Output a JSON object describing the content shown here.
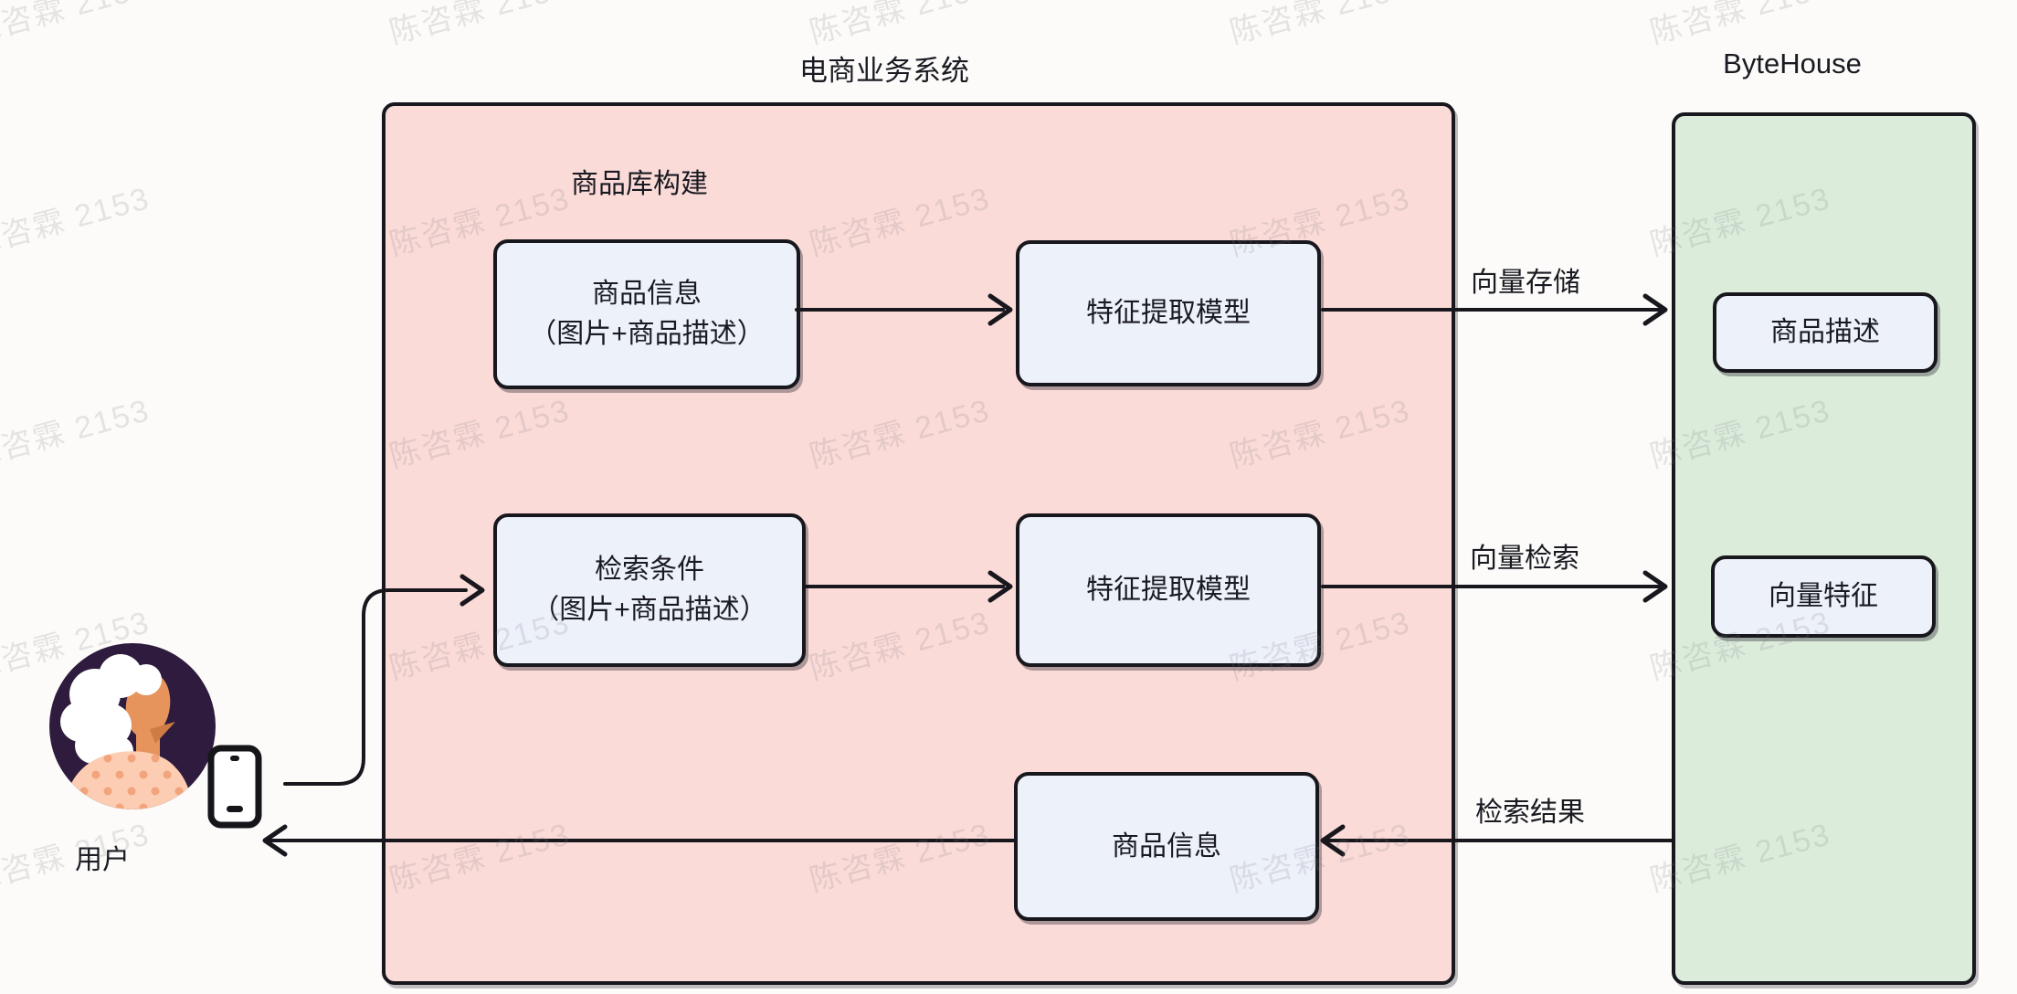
{
  "watermark": {
    "text": "陈咨霖 2153"
  },
  "header": {
    "ecommerce_title": "电商业务系统",
    "bytehouse_title": "ByteHouse"
  },
  "ecommerce_container": {
    "section_label": "商品库构建"
  },
  "nodes": {
    "product_info_build": {
      "line1": "商品信息",
      "line2": "（图片+商品描述）"
    },
    "feature_model_top": {
      "label": "特征提取模型"
    },
    "search_condition": {
      "line1": "检索条件",
      "line2": "（图片+商品描述）"
    },
    "feature_model_bottom": {
      "label": "特征提取模型"
    },
    "product_info_result": {
      "label": "商品信息"
    },
    "product_desc": {
      "label": "商品描述"
    },
    "vector_feature": {
      "label": "向量特征"
    }
  },
  "edge_labels": {
    "vector_store": "向量存储",
    "vector_search": "向量检索",
    "search_result": "检索结果"
  },
  "user": {
    "label": "用户"
  },
  "colors": {
    "ecommerce_fill": "#fbdbd8",
    "bytehouse_fill": "#dcecdb",
    "node_fill": "#edf1fa",
    "stroke": "#17171d",
    "watermark": "#7d7d85"
  }
}
